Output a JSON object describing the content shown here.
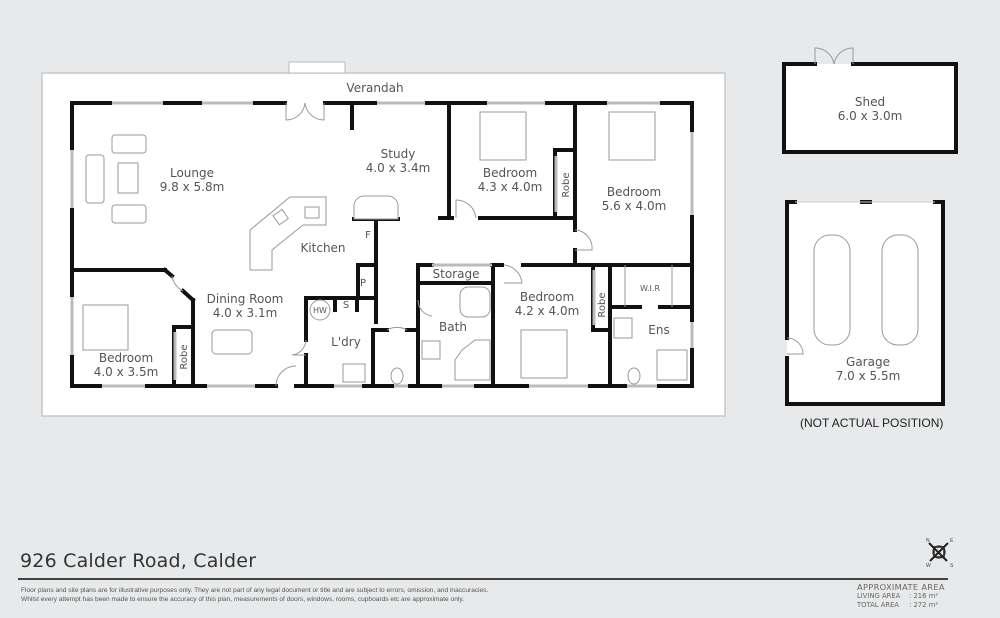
{
  "property": {
    "address": "926 Calder Road, Calder",
    "disclaimer_line1": "Floor plans and site plans are for illustrative purposes only. They are not part of any legal document or title and are subject to errors, omission, and inaccuracies.",
    "disclaimer_line2": "Whilst every attempt has been made to ensure the accuracy of this plan, measurements of doors, windows, rooms, cupboards etc are approximate only."
  },
  "area": {
    "title": "APPROXIMATE AREA",
    "rows": [
      {
        "label": "LIVING  AREA",
        "value": ": 216 m²"
      },
      {
        "label": "TOTAL AREA",
        "value": ": 272 m²"
      }
    ]
  },
  "compass": {
    "n": "N",
    "e": "E",
    "s": "S",
    "w": "W",
    "icon": "compass-icon"
  },
  "rooms": {
    "verandah": {
      "name": "Verandah"
    },
    "lounge": {
      "name": "Lounge",
      "size": "9.8 x 5.8m"
    },
    "study": {
      "name": "Study",
      "size": "4.0 x 3.4m"
    },
    "bedroom2": {
      "name": "Bedroom",
      "size": "4.3 x 4.0m"
    },
    "bedroom_master": {
      "name": "Bedroom",
      "size": "5.6 x 4.0m"
    },
    "kitchen": {
      "name": "Kitchen"
    },
    "dining": {
      "name": "Dining Room",
      "size": "4.0 x 3.1m"
    },
    "bedroom_sw": {
      "name": "Bedroom",
      "size": "4.0 x 3.5m"
    },
    "laundry": {
      "name": "L'dry"
    },
    "storage": {
      "name": "Storage"
    },
    "bath": {
      "name": "Bath"
    },
    "bedroom3": {
      "name": "Bedroom",
      "size": "4.2 x 4.0m"
    },
    "ensuite": {
      "name": "Ens"
    },
    "wir": {
      "name": "W.I.R"
    },
    "robe": {
      "name": "Robe"
    },
    "fridge": {
      "name": "F"
    },
    "pantry": {
      "name": "P"
    },
    "store_s": {
      "name": "S"
    },
    "hot_water": {
      "name": "HW"
    },
    "shed": {
      "name": "Shed",
      "size": "6.0 x 3.0m"
    },
    "garage": {
      "name": "Garage",
      "size": "7.0 x 5.5m"
    }
  },
  "notes": {
    "not_actual_position": "(NOT ACTUAL POSITION)"
  }
}
